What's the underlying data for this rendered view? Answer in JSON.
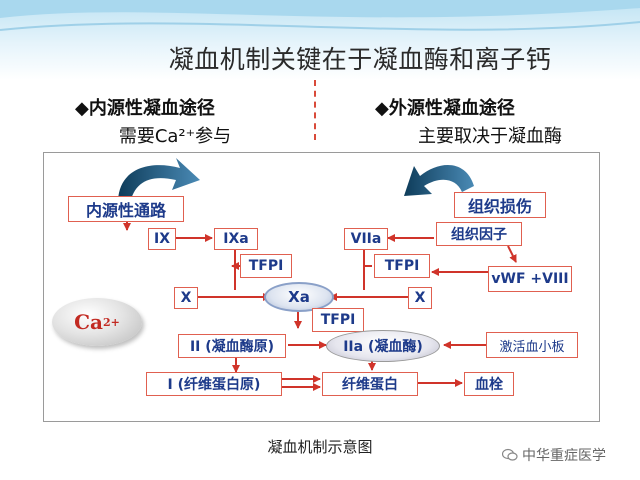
{
  "title": "凝血机制关键在于凝血酶和离子钙",
  "intrinsic": {
    "heading": "◆内源性凝血途径",
    "desc": "需要Ca²⁺参与"
  },
  "extrinsic": {
    "heading": "◆外源性凝血途径",
    "desc": "主要取决于凝血酶"
  },
  "diagram": {
    "intrinsic_pathway": "内源性通路",
    "tissue_damage": "组织损伤",
    "tissue_factor": "组织因子",
    "factor_ix": "IX",
    "factor_ixa": "IXa",
    "factor_viia": "VIIa",
    "tfpi_1": "TFPI",
    "tfpi_2": "TFPI",
    "tfpi_3": "TFPI",
    "vwf": "vWF +VIII",
    "factor_x_left": "X",
    "factor_xa": "Xa",
    "factor_x_right": "X",
    "calcium": "Ca",
    "calcium_charge": "2+",
    "prothrombin": "II (凝血酶原)",
    "thrombin": "IIa (凝血酶)",
    "platelet": "激活血小板",
    "fibrinogen": "I (纤维蛋白原)",
    "fibrin": "纤维蛋白",
    "clot": "血栓"
  },
  "caption": "凝血机制示意图",
  "watermark": "中华重症医学",
  "colors": {
    "arrow": "#d0342a",
    "node_text": "#1d3a8a",
    "node_border": "#e06050",
    "curved_arrow": "#1f5f86"
  }
}
